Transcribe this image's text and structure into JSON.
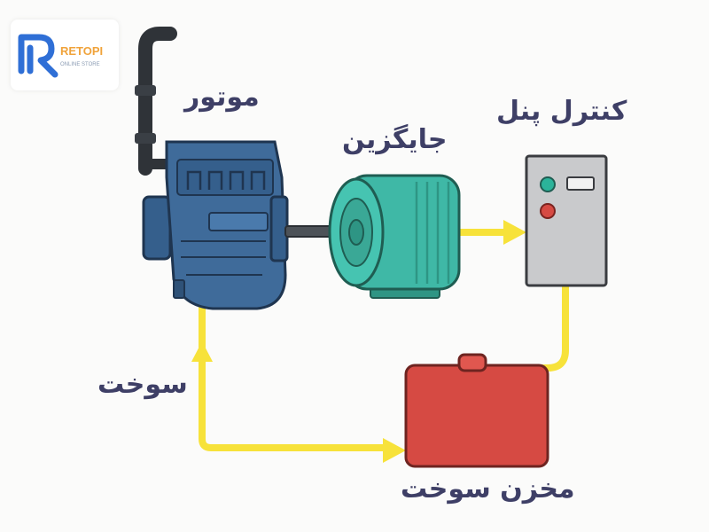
{
  "logo": {
    "brand": "RETOPI",
    "tagline": "ONLINE STORE"
  },
  "labels": {
    "engine": "موتور",
    "alternator": "جایگزین",
    "control_panel": "کنترل پنل",
    "fuel": "سوخت",
    "fuel_tank": "مخزن سوخت"
  },
  "colors": {
    "engine": "#3f6b9a",
    "alternator": "#3fb8a6",
    "panel": "#c9cacc",
    "tank": "#d64a43",
    "pipe": "#f7e23a",
    "label": "#3e3f66",
    "logo_blue": "#2f6fd6",
    "logo_orange": "#f0a33b"
  }
}
